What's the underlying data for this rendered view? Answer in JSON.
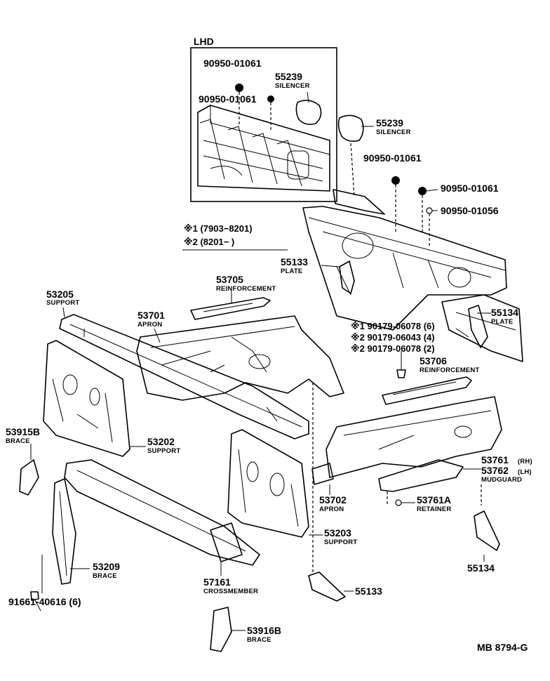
{
  "inset": {
    "title": "LHD"
  },
  "notes": {
    "n1": "※1 (7903−8201)",
    "n2": "※2 (8201−          )"
  },
  "labels": [
    {
      "key": "inset_clip_top",
      "number": "90950-01061",
      "sub": ""
    },
    {
      "key": "inset_clip_side",
      "number": "90950-01061",
      "sub": ""
    },
    {
      "key": "inset_silencer",
      "number": "55239",
      "sub": "SILENCER"
    },
    {
      "key": "silencer",
      "number": "55239",
      "sub": "SILENCER"
    },
    {
      "key": "clip_a",
      "number": "90950-01061",
      "sub": ""
    },
    {
      "key": "clip_b",
      "number": "90950-01061",
      "sub": ""
    },
    {
      "key": "clip_c",
      "number": "90950-01056",
      "sub": ""
    },
    {
      "key": "plate_55133",
      "number": "55133",
      "sub": "PLATE"
    },
    {
      "key": "plate_55134",
      "number": "55134",
      "sub": "PLATE"
    },
    {
      "key": "bolt_1",
      "number": "※1 90179-06078 (6)",
      "sub": ""
    },
    {
      "key": "bolt_2",
      "number": "※2 90179-06043 (4)",
      "sub": ""
    },
    {
      "key": "bolt_3",
      "number": "※2 90179-06078 (2)",
      "sub": ""
    },
    {
      "key": "reinf_53705",
      "number": "53705",
      "sub": "REINFORCEMENT"
    },
    {
      "key": "reinf_53706",
      "number": "53706",
      "sub": "REINFORCEMENT"
    },
    {
      "key": "support_53205",
      "number": "53205",
      "sub": "SUPPORT"
    },
    {
      "key": "apron_53701",
      "number": "53701",
      "sub": "APRON"
    },
    {
      "key": "brace_53915b",
      "number": "53915B",
      "sub": "BRACE"
    },
    {
      "key": "support_53202",
      "number": "53202",
      "sub": "SUPPORT"
    },
    {
      "key": "apron_53702",
      "number": "53702",
      "sub": "APRON"
    },
    {
      "key": "support_53203",
      "number": "53203",
      "sub": "SUPPORT"
    },
    {
      "key": "mudguard_rh",
      "number": "53761",
      "sub": "(RH)"
    },
    {
      "key": "mudguard_lh",
      "number": "53762",
      "sub": "(LH)"
    },
    {
      "key": "mudguard_word",
      "number": "",
      "sub": "MUDGUARD"
    },
    {
      "key": "retainer",
      "number": "53761A",
      "sub": "RETAINER"
    },
    {
      "key": "brace_53209",
      "number": "53209",
      "sub": "BRACE"
    },
    {
      "key": "bolt_91661",
      "number": "91661-40616 (6)",
      "sub": ""
    },
    {
      "key": "crossmember",
      "number": "57161",
      "sub": "CROSSMEMBER"
    },
    {
      "key": "plate_55133_low",
      "number": "55133",
      "sub": ""
    },
    {
      "key": "plate_55134_low",
      "number": "55134",
      "sub": ""
    },
    {
      "key": "brace_53916b",
      "number": "53916B",
      "sub": "BRACE"
    }
  ],
  "code": "MB 8794-G"
}
